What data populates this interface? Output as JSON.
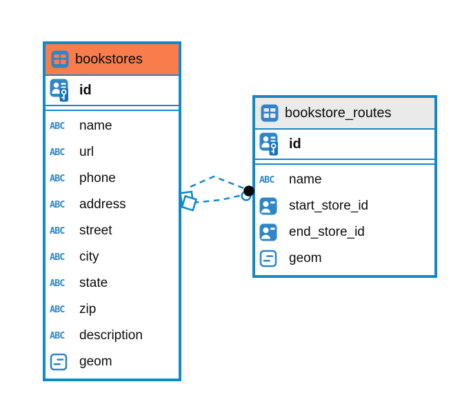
{
  "diagram": {
    "type": "entity-relationship",
    "background": "#ffffff"
  },
  "colors": {
    "table_border": "#1288C9",
    "bookstores_header": "#F97C4D",
    "routes_header": "#EAEAEA",
    "icon_blue": "#2E86C8",
    "connector": "#1288C9",
    "connector_dot": "#0a0a0a",
    "text": "#0b0b0b"
  },
  "icons": {
    "text_label": "ABC"
  },
  "tables": [
    {
      "name": "bookstores",
      "header_color": "#F97C4D",
      "primary_key": {
        "name": "id",
        "type": "primary-key"
      },
      "columns": [
        {
          "name": "name",
          "type": "text"
        },
        {
          "name": "url",
          "type": "text"
        },
        {
          "name": "phone",
          "type": "text"
        },
        {
          "name": "address",
          "type": "text"
        },
        {
          "name": "street",
          "type": "text"
        },
        {
          "name": "city",
          "type": "text"
        },
        {
          "name": "state",
          "type": "text"
        },
        {
          "name": "zip",
          "type": "text"
        },
        {
          "name": "description",
          "type": "text"
        },
        {
          "name": "geom",
          "type": "geometry"
        }
      ]
    },
    {
      "name": "bookstore_routes",
      "header_color": "#EAEAEA",
      "primary_key": {
        "name": "id",
        "type": "primary-key"
      },
      "columns": [
        {
          "name": "name",
          "type": "text"
        },
        {
          "name": "start_store_id",
          "type": "reference"
        },
        {
          "name": "end_store_id",
          "type": "reference"
        },
        {
          "name": "geom",
          "type": "geometry"
        }
      ]
    }
  ],
  "relationships": [
    {
      "from": "bookstores",
      "to": "bookstore_routes",
      "line_style": "dashed",
      "left_endpoint": "diamond",
      "right_endpoint": "dot",
      "line_count": 2
    }
  ]
}
